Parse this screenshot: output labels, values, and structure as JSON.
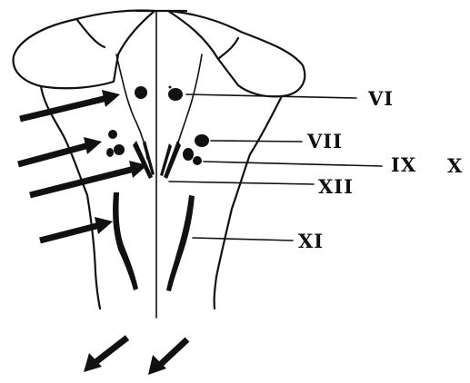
{
  "labels": {
    "vi": "VI",
    "vii": "VII",
    "ix": "IX",
    "x": "X",
    "xii": "XII",
    "xi": "XI"
  },
  "colors": {
    "ink": "#111111",
    "background": "#ffffff"
  }
}
